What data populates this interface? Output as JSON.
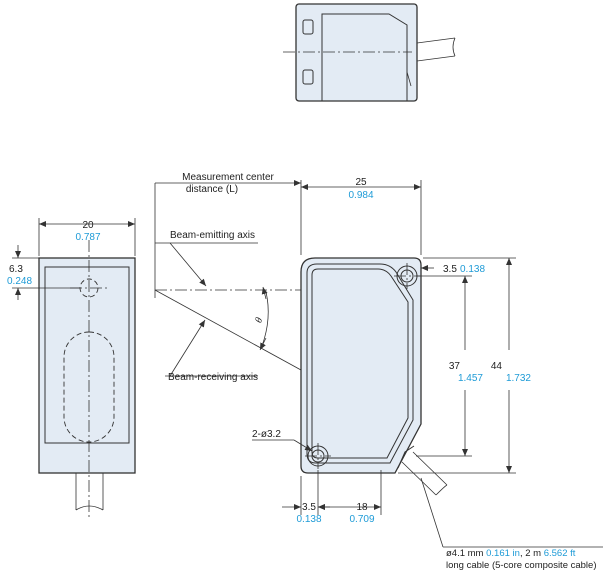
{
  "colors": {
    "body_fill": "#e3ebf4",
    "line": "#333333",
    "inch_text": "#1e9bd7"
  },
  "annotations": {
    "measurement_center": "Measurement center",
    "distance_l": "distance (L)",
    "beam_emitting": "Beam-emitting axis",
    "beam_receiving": "Beam-receiving axis",
    "theta": "θ"
  },
  "dimensions": {
    "front_width_mm": "20",
    "front_width_in": "0.787",
    "front_offset_mm": "6.3",
    "front_offset_in": "0.248",
    "side_width_mm": "25",
    "side_width_in": "0.984",
    "hole_offset_mm": "3.5",
    "hole_offset_in": "0.138",
    "hole_pitch_v_mm": "37",
    "hole_pitch_v_in": "1.457",
    "height_mm": "44",
    "height_in": "1.732",
    "holes": "2-ø3.2",
    "bottom_left_mm": "3.5",
    "bottom_left_in": "0.138",
    "hole_pitch_h_mm": "18",
    "hole_pitch_h_in": "0.709"
  },
  "cable": {
    "part1": "ø4.1 mm ",
    "part2": "0.161 in",
    "part3": ", 2 m ",
    "part4": "6.562 ft",
    "line2": "long cable (5-core composite cable)"
  }
}
